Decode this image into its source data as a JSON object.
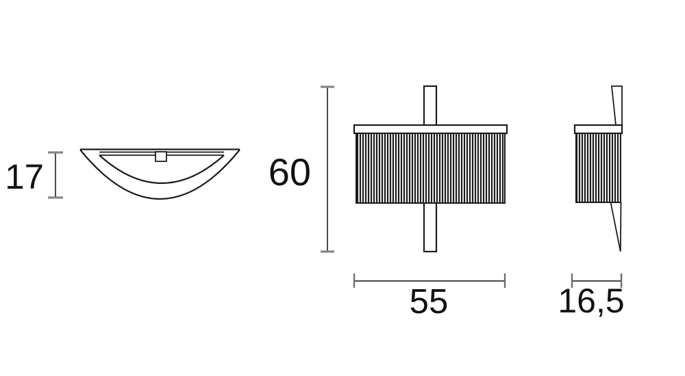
{
  "dimensions": {
    "top_view_depth": "17",
    "front_height": "60",
    "front_width": "55",
    "side_depth": "16,5"
  },
  "colors": {
    "background": "#ffffff",
    "drawing_line": "#1b1b1b",
    "dimension_line": "#4a4a4a",
    "dimension_tick_horizontal": "#868686",
    "dimension_tick_vertical": "#6e6e6e",
    "text": "#111111"
  }
}
